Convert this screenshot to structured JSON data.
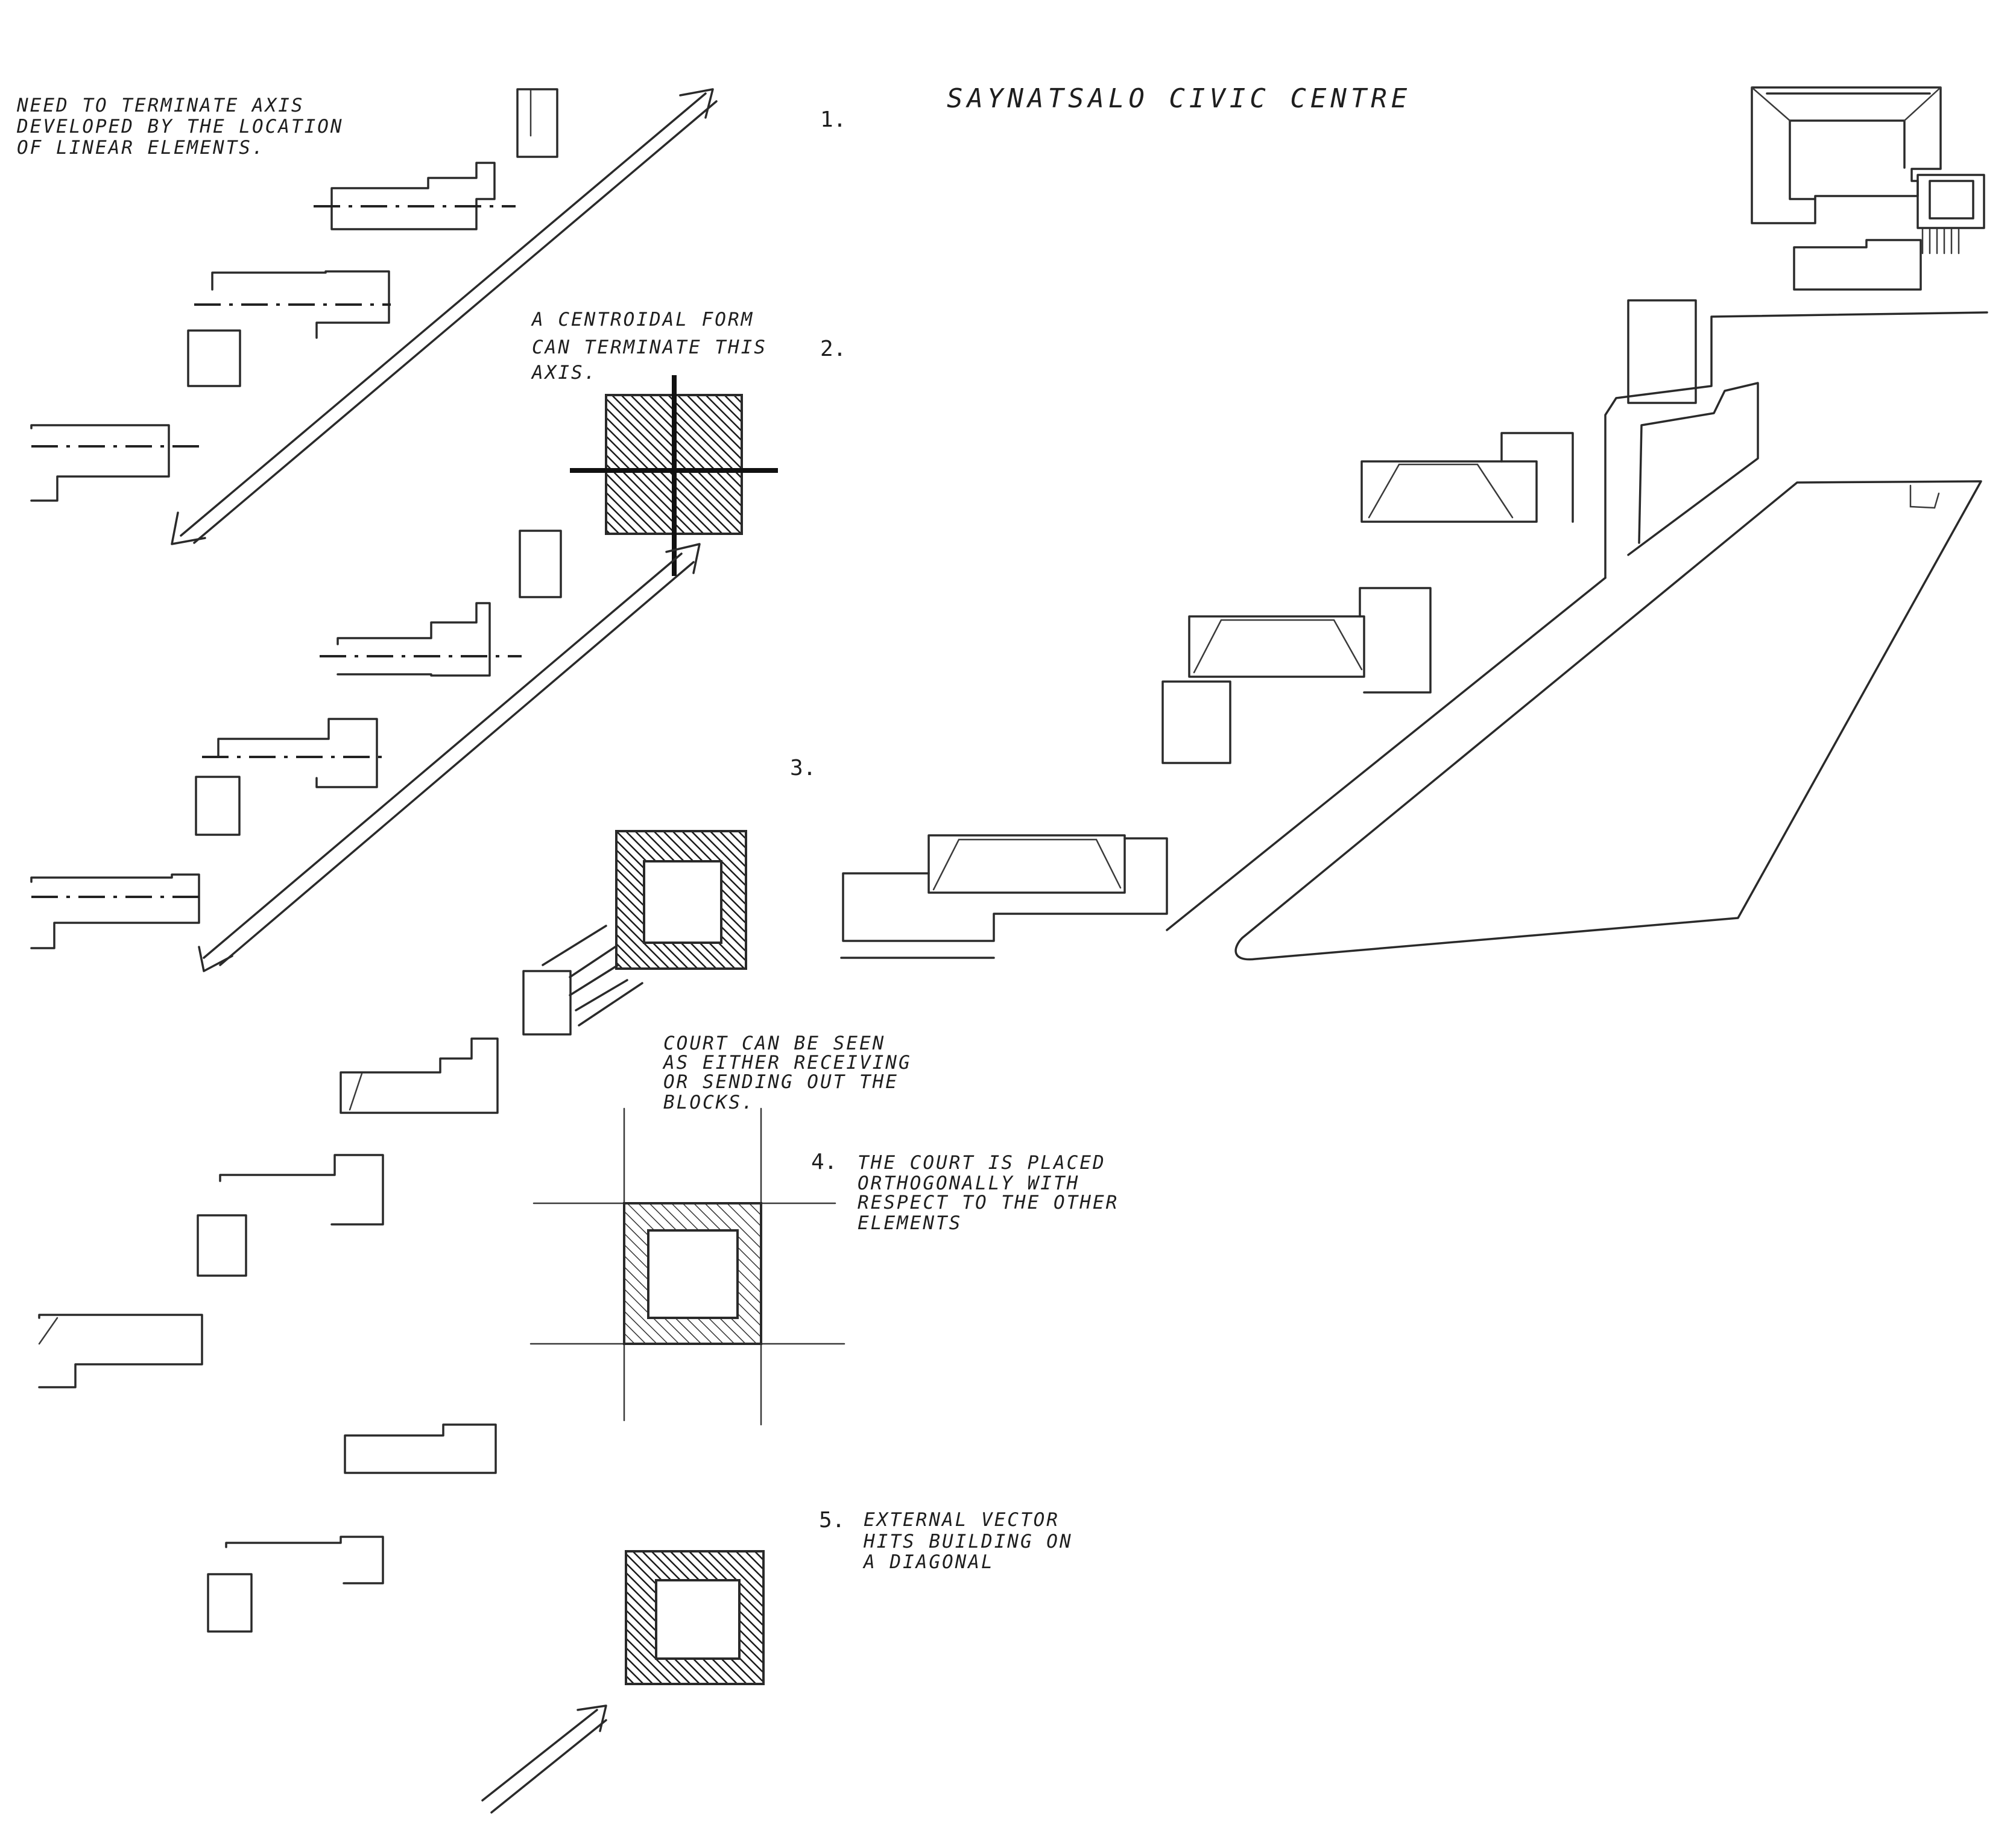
{
  "title": "SAYNATSALO CIVIC CENTRE",
  "steps": {
    "s1": {
      "number": "1."
    },
    "s2": {
      "number": "2."
    },
    "s3": {
      "number": "3."
    },
    "s4": {
      "number": "4."
    },
    "s5": {
      "number": "5."
    }
  },
  "notes": {
    "n1": [
      "NEED TO TERMINATE AXIS",
      "DEVELOPED BY THE LOCATION",
      "OF LINEAR ELEMENTS."
    ],
    "n2": [
      "A CENTROIDAL FORM",
      "CAN TERMINATE THIS",
      "AXIS."
    ],
    "n3": [
      "COURT CAN BE SEEN",
      "AS EITHER RECEIVING",
      "OR SENDING OUT THE",
      "BLOCKS."
    ],
    "n4": [
      "THE COURT IS PLACED",
      "ORTHOGONALLY WITH",
      "RESPECT TO THE OTHER",
      "ELEMENTS"
    ],
    "n5": [
      "EXTERNAL VECTOR",
      "HITS BUILDING ON",
      "A DIAGONAL"
    ]
  },
  "colors": {
    "ink": "#2a2a2a",
    "paper": "#ffffff"
  }
}
